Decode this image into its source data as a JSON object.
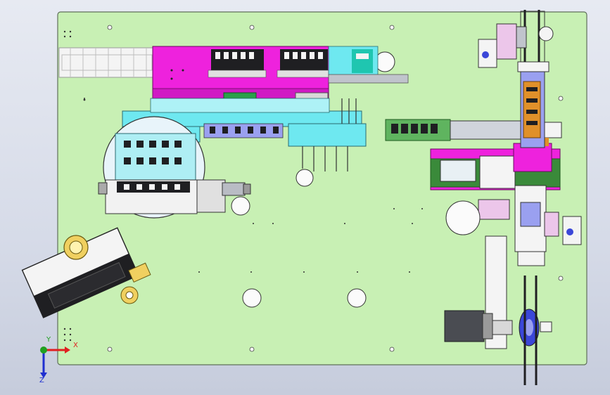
{
  "viewport": {
    "name": "cad-3d-viewport",
    "background_top": "#e7eaf2",
    "background_bottom": "#c6ccdc"
  },
  "colors": {
    "base_plate": "#c8f0b4",
    "plate_edge": "#5f6f5a",
    "magenta": "#ee22dd",
    "cyan": "#6ee8f0",
    "green_dark": "#3a8a3a",
    "green_mid": "#5fb45f",
    "steel": "#b9bcc4",
    "steel_dark": "#6b6e76",
    "black": "#1f1f22",
    "blue": "#3b47d8",
    "lavender": "#9aa0f0",
    "orange": "#e0902a",
    "yellow": "#f0d060",
    "white": "#f4f4f4",
    "axis_x": "#e02020",
    "axis_y": "#20a020",
    "axis_z": "#2030d0"
  },
  "triad": {
    "x_label": "X",
    "y_label": "Y",
    "z_label": "Z",
    "x_icon": "x-axis-arrow-icon",
    "y_icon": "y-axis-dot-icon",
    "z_icon": "z-axis-arrow-icon"
  }
}
